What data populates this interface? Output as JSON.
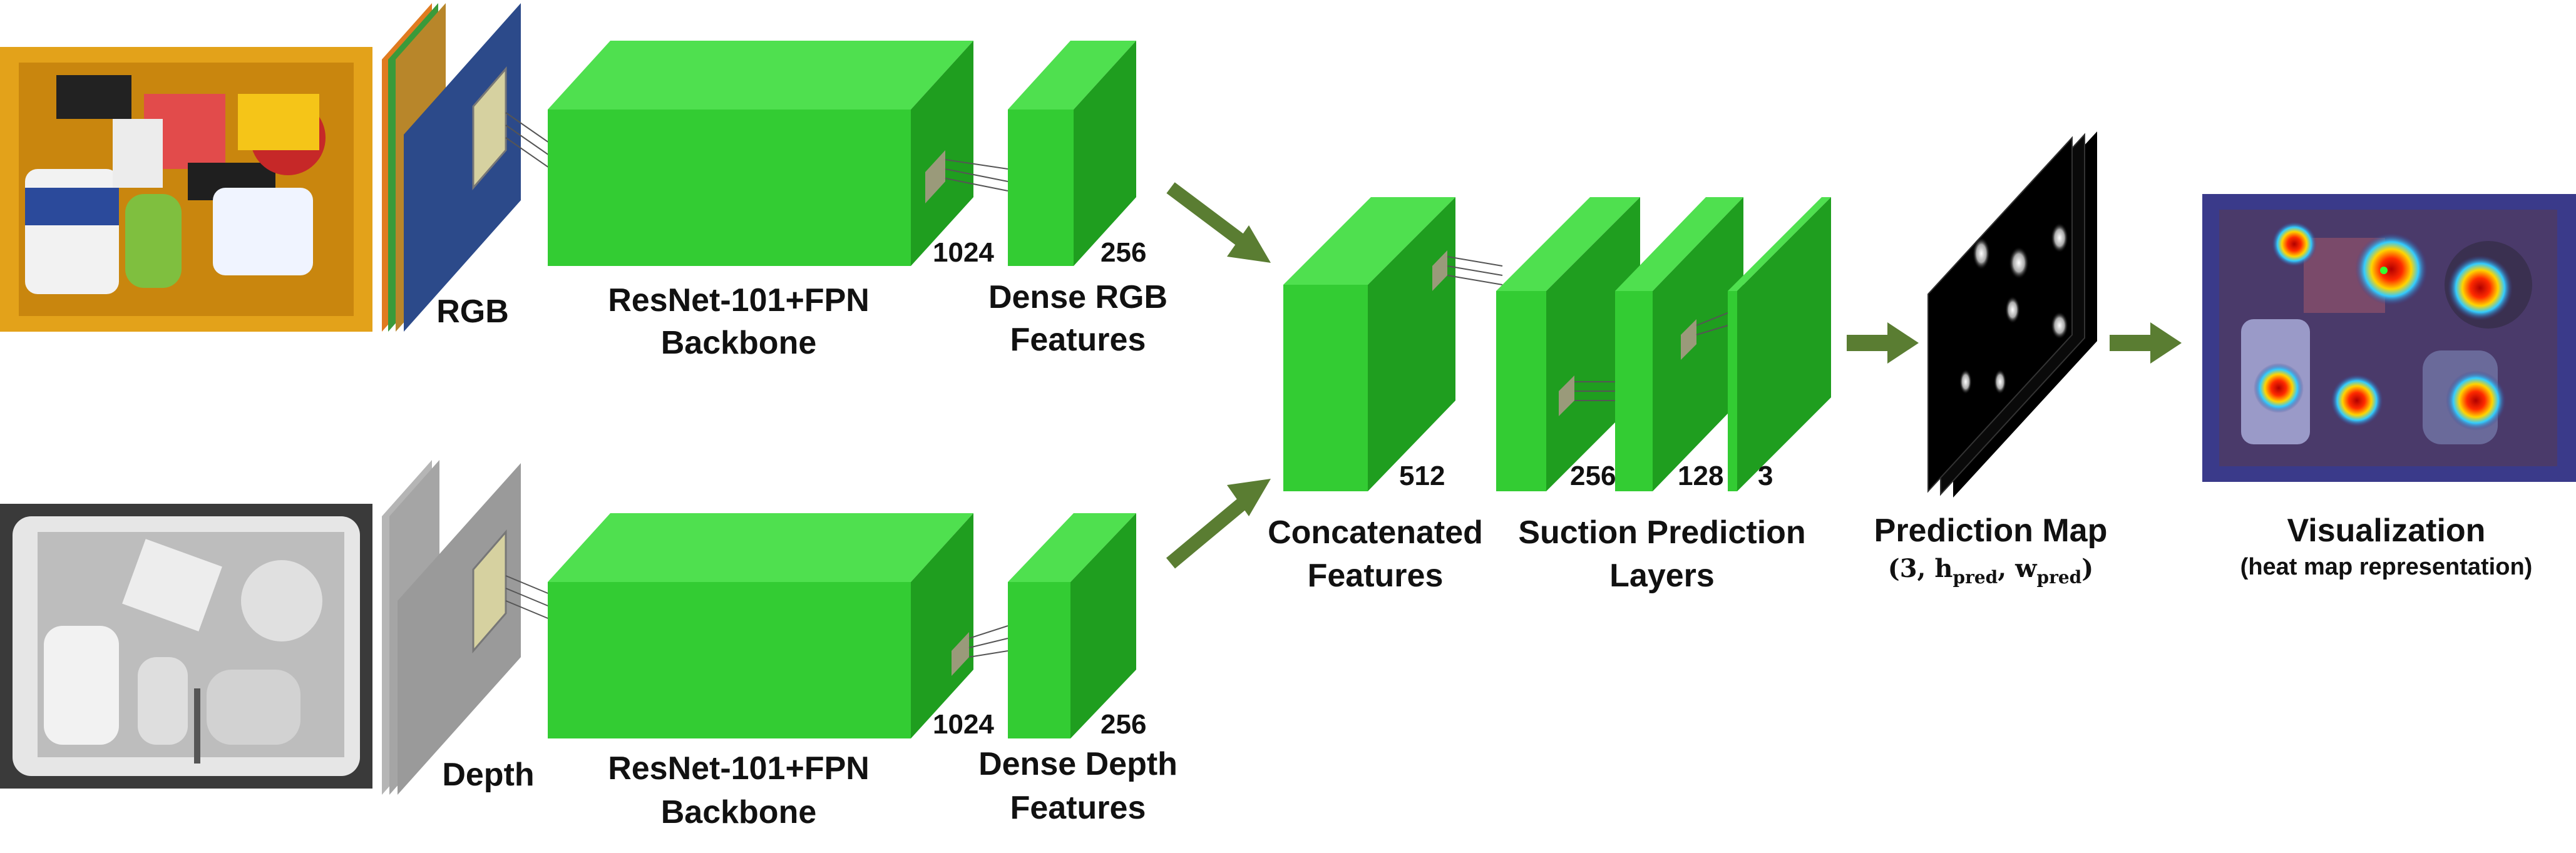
{
  "colors": {
    "block_front": "#33cc33",
    "block_top": "#4fe04f",
    "block_side": "#1f9e1f",
    "arrow": "#5a7d32",
    "rgb_plane": "#2c4a8a",
    "depth_plane": "#9a9a9a",
    "heatmap_bg": "#3a3a8a",
    "prediction_map": "#000000"
  },
  "inputs": {
    "rgb_label": "RGB",
    "depth_label": "Depth"
  },
  "backbone": {
    "rgb_label_line1": "ResNet-101+FPN",
    "rgb_label_line2": "Backbone",
    "rgb_channels": "1024",
    "depth_label_line1": "ResNet-101+FPN",
    "depth_label_line2": "Backbone",
    "depth_channels": "1024"
  },
  "dense_features": {
    "rgb_label_line1": "Dense RGB",
    "rgb_label_line2": "Features",
    "rgb_channels": "256",
    "depth_label_line1": "Dense Depth",
    "depth_label_line2": "Features",
    "depth_channels": "256"
  },
  "concat": {
    "label_line1": "Concatenated",
    "label_line2": "Features",
    "channels": "512"
  },
  "suction_layers": {
    "label_line1": "Suction Prediction",
    "label_line2": "Layers",
    "channels": [
      "256",
      "128",
      "3"
    ]
  },
  "prediction_map": {
    "label": "Prediction Map",
    "shape_open": "(3, ",
    "shape_h": "h",
    "shape_h_sub": "pred",
    "shape_sep": ", ",
    "shape_w": "w",
    "shape_w_sub": "pred",
    "shape_close": ")"
  },
  "visualization": {
    "label": "Visualization",
    "sublabel": "(heat map representation)"
  }
}
